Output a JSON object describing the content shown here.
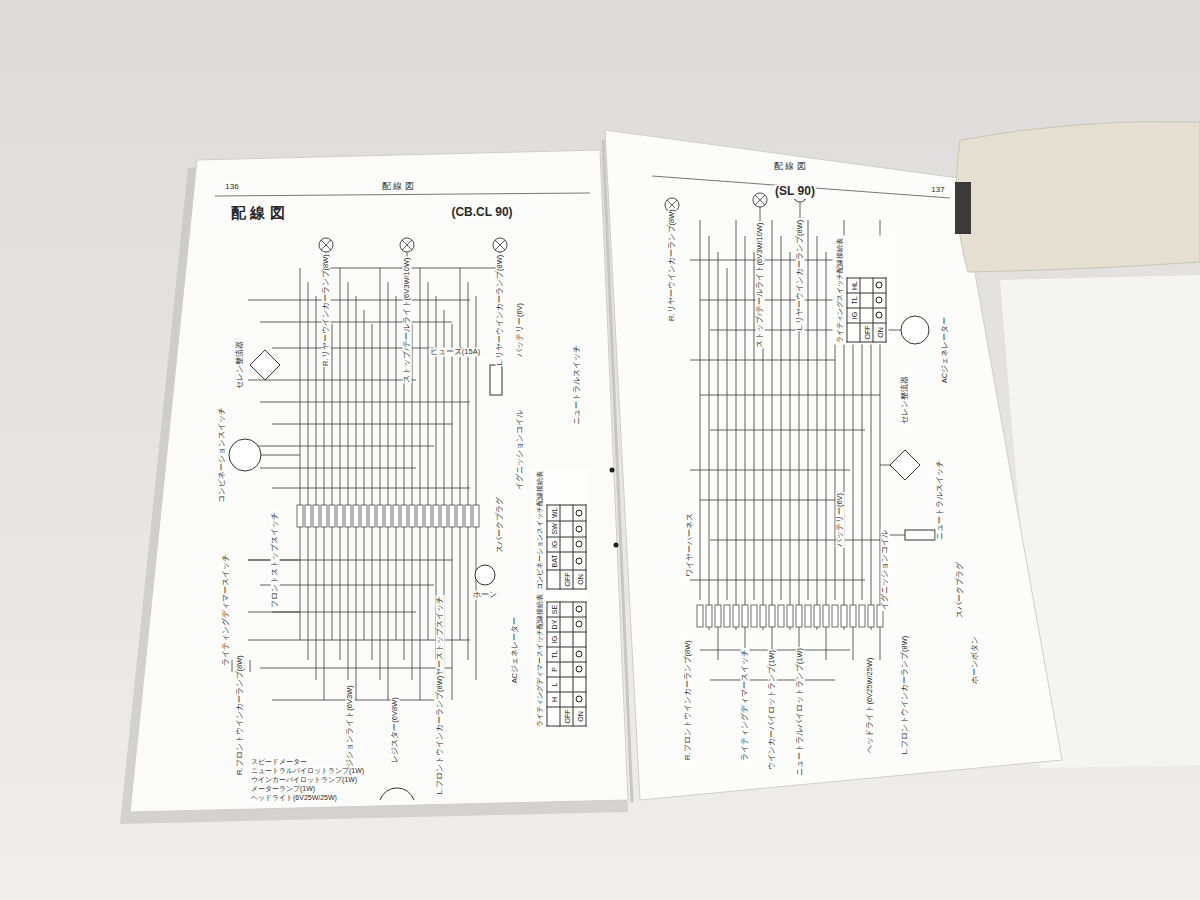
{
  "diagram": {
    "title": "配 線 図",
    "nodes": [
      {
        "text": [
          "コンビネーションスイッチ配線接続表",
          "BAT",
          "IG",
          "SW",
          "WL",
          "OFF",
          "ON"
        ]
      },
      {
        "text": [
          "ライティングディマースイッチ配線接続表",
          "H",
          "L",
          "P",
          "TL",
          "IG",
          "DY",
          "SE",
          "OFF",
          "ON"
        ]
      },
      {
        "text": [
          "ライティングスイッチ配線接続表",
          "IG",
          "TL",
          "HL",
          "OFF",
          "ON"
        ]
      }
    ],
    "labels": [
      "136",
      "配 線 図",
      "(CB.CL 90)",
      "137",
      "配 線 図",
      "(SL 90)",
      "R.リヤーウインカーランプ(8W)",
      "ストップ/テールライト(6V3W/10W)",
      "L.リヤーウインカーランプ(8W)",
      "セレン整流器",
      "コンビネーションスイッチ",
      "ヒューズ(15A)",
      "バッテリー(6V)",
      "ニュートラルスイッチ",
      "イグニッションコイル",
      "スパークプラグ",
      "ホーン",
      "ACジェネレーター",
      "フロントストップスイッチ",
      "ライティングディマースイッチ",
      "リヤーストップスイッチ",
      "R.フロントウインカーランプ(8W)",
      "ポジションライト(6V3W)",
      "レジスター(6V8W)",
      "L.フロントウインカーランプ(8W)",
      "スピードメーター",
      "ニュートラルパイロットランプ(1W)",
      "ウインカーパイロットランプ(1W)",
      "メーターランプ(1W)",
      "ヘッドライト(6V25W/25W)",
      "R.リヤーウインカーランプ(8W)",
      "ストップ/テールライト(6V3W/10W)",
      "L.リヤーウインカーランプ(8W)",
      "セレン整流器",
      "ACジェネレーター",
      "ワイヤーハーネス",
      "イグニッションコイル",
      "ニュートラルスイッチ",
      "スパークプラグ",
      "R.フロントウインカーランプ(8W)",
      "ライティングディマースイッチ",
      "ウインカーパイロットランプ(1W)",
      "ニュートラルパイロットランプ(1W)",
      "ヘッドライト(6V25W/25W)",
      "L.フロントウインカーランプ(8W)",
      "ホーンボタン",
      "バッテリー(6V)"
    ]
  }
}
